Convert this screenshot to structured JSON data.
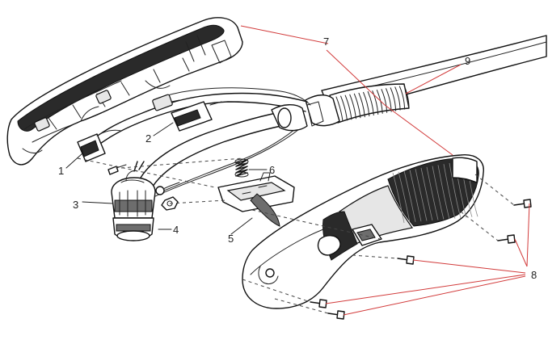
{
  "colors": {
    "ink": "#111111",
    "leader": "#d23b3b",
    "shade": "#2a2a2a"
  },
  "callouts": [
    {
      "id": "1",
      "text": "1"
    },
    {
      "id": "2",
      "text": "2"
    },
    {
      "id": "3",
      "text": "3"
    },
    {
      "id": "4",
      "text": "4"
    },
    {
      "id": "5",
      "text": "5"
    },
    {
      "id": "6",
      "text": "6"
    },
    {
      "id": "7",
      "text": "7"
    },
    {
      "id": "8",
      "text": "8"
    },
    {
      "id": "9",
      "text": "9"
    }
  ]
}
